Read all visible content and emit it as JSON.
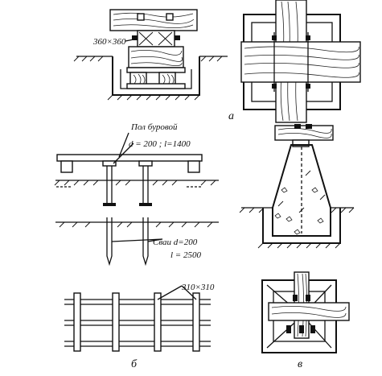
{
  "labels": {
    "fig_a": "а",
    "fig_b": "б",
    "fig_v": "в",
    "dim_top_block": "360×360",
    "dim_crossbar": "310×310",
    "floor_caption": "Пол буровой",
    "floor_dims": "d = 200 ; l=1400",
    "piles_line1": "Сваи d=200",
    "piles_line2": "l = 2500"
  },
  "colors": {
    "ink": "#111111",
    "paper": "#ffffff"
  }
}
